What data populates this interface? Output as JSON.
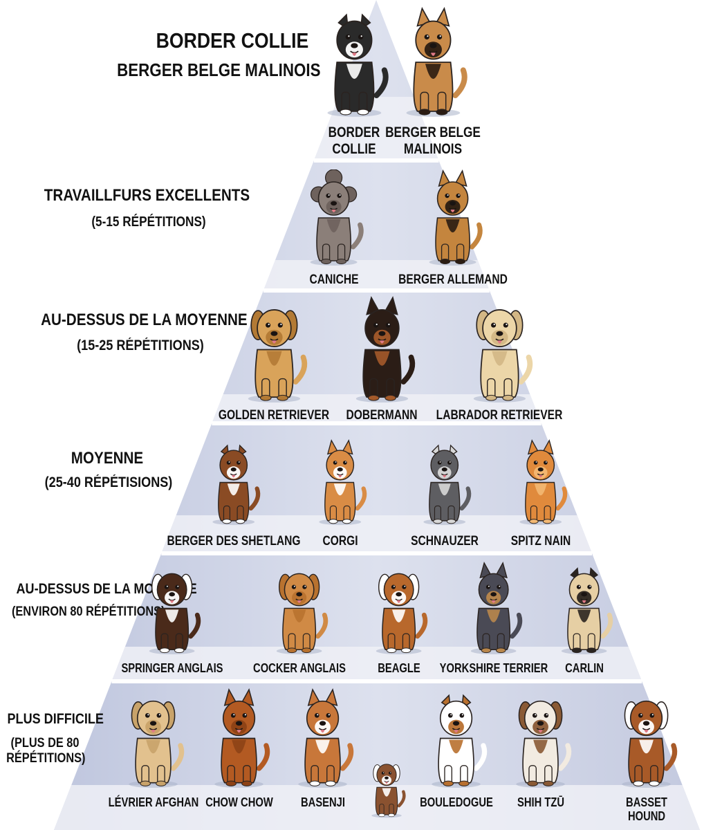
{
  "tiers": [
    {
      "title": "BORDER COLLIE",
      "subtitle": "BERGER BELGE MALINOIS",
      "dogs": [
        {
          "name": "BORDER\nCOLLIE",
          "fur": "#2a2a2a",
          "accent": "#ffffff",
          "ear": "fold",
          "icon": "border-collie-icon"
        },
        {
          "name": "BERGER BELGE\nMALINOIS",
          "fur": "#c98b4a",
          "accent": "#2b1c12",
          "ear": "prick",
          "icon": "malinois-icon"
        }
      ]
    },
    {
      "title": "TRAVAILLFURS EXCELLENTS",
      "subtitle": "(5-15 RÉPÉTITIONS)",
      "dogs": [
        {
          "name": "CANICHE",
          "fur": "#8b7f79",
          "accent": "#6e625d",
          "ear": "curly",
          "icon": "poodle-icon"
        },
        {
          "name": "BERGER ALLEMAND",
          "fur": "#c4853e",
          "accent": "#2a1c12",
          "ear": "prick",
          "icon": "german-shepherd-icon"
        }
      ]
    },
    {
      "title": "AU-DESSUS DE LA MOYENNE",
      "subtitle": "(15-25 RÉPÉTITIONS)",
      "dogs": [
        {
          "name": "GOLDEN RETRIEVER",
          "fur": "#d9a35a",
          "accent": "#b37a35",
          "ear": "flop",
          "icon": "golden-retriever-icon"
        },
        {
          "name": "DOBERMANN",
          "fur": "#2b1d16",
          "accent": "#a45a2a",
          "ear": "prick",
          "icon": "dobermann-icon"
        },
        {
          "name": "LABRADOR RETRIEVER",
          "fur": "#ecd6a8",
          "accent": "#d3b785",
          "ear": "flop",
          "icon": "labrador-icon"
        }
      ]
    },
    {
      "title": "MOYENNE",
      "subtitle": "(25-40 RÉPÉTISIONS)",
      "dogs": [
        {
          "name": "BERGER DES SHETLANG",
          "fur": "#8a4b24",
          "accent": "#ffffff",
          "ear": "fold",
          "icon": "sheltie-icon"
        },
        {
          "name": "CORGI",
          "fur": "#d98c45",
          "accent": "#ffffff",
          "ear": "prick",
          "icon": "corgi-icon"
        },
        {
          "name": "SCHNAUZER",
          "fur": "#5e5e62",
          "accent": "#d8d8d8",
          "ear": "fold",
          "icon": "schnauzer-icon"
        },
        {
          "name": "SPITZ NAIN",
          "fur": "#e08a3c",
          "accent": "#f3b873",
          "ear": "prick",
          "icon": "pomeranian-icon"
        }
      ]
    },
    {
      "title": "AU-DESSUS DE LA MOYENNE",
      "subtitle": "(ENVIRON 80 RÉPÉTITIONS)",
      "dogs": [
        {
          "name": "SPRINGER ANGLAIS",
          "fur": "#4a2a1a",
          "accent": "#ffffff",
          "ear": "flop",
          "icon": "springer-icon"
        },
        {
          "name": "COCKER ANGLAIS",
          "fur": "#d08a45",
          "accent": "#b8722f",
          "ear": "flop",
          "icon": "cocker-icon"
        },
        {
          "name": "BEAGLE",
          "fur": "#b8682c",
          "accent": "#ffffff",
          "ear": "flop",
          "icon": "beagle-icon"
        },
        {
          "name": "YORKSHIRE TERRIER",
          "fur": "#4a4a55",
          "accent": "#b9874c",
          "ear": "prick",
          "icon": "yorkshire-icon"
        },
        {
          "name": "CARLIN",
          "fur": "#e6cfa4",
          "accent": "#2a2420",
          "ear": "fold",
          "icon": "pug-icon"
        }
      ]
    },
    {
      "title": "PLUS DIFFICILE",
      "subtitle": "(PLUS DE 80\nRÉPÉTITIONS)",
      "dogs": [
        {
          "name": "LÉVRIER AFGHAN",
          "fur": "#e2c18e",
          "accent": "#c9a36a",
          "ear": "flop",
          "icon": "afghan-hound-icon"
        },
        {
          "name": "CHOW CHOW",
          "fur": "#b35a22",
          "accent": "#8d4216",
          "ear": "prick",
          "icon": "chow-chow-icon"
        },
        {
          "name": "BASENJI",
          "fur": "#c8773a",
          "accent": "#ffffff",
          "ear": "prick",
          "icon": "basenji-icon"
        },
        {
          "name": "BOULEDOGUE",
          "fur": "#ffffff",
          "accent": "#b8702f",
          "ear": "fold",
          "icon": "bulldog-icon"
        },
        {
          "name": "SHIH TZŪ",
          "fur": "#f2ebe1",
          "accent": "#8a5a35",
          "ear": "flop",
          "icon": "shih-tzu-icon"
        },
        {
          "name": "BASSET HOUND",
          "fur": "#a85a28",
          "accent": "#ffffff",
          "ear": "flop",
          "icon": "basset-hound-icon"
        }
      ]
    }
  ],
  "puppy": {
    "fur": "#8a5230",
    "accent": "#ffffff",
    "ear": "flop",
    "icon": "puppy-icon"
  },
  "colors": {
    "pyramid": "#c9cfe3",
    "pyramidLight": "#e3e6f1",
    "shelf": "#eef0f6",
    "text": "#111111"
  }
}
